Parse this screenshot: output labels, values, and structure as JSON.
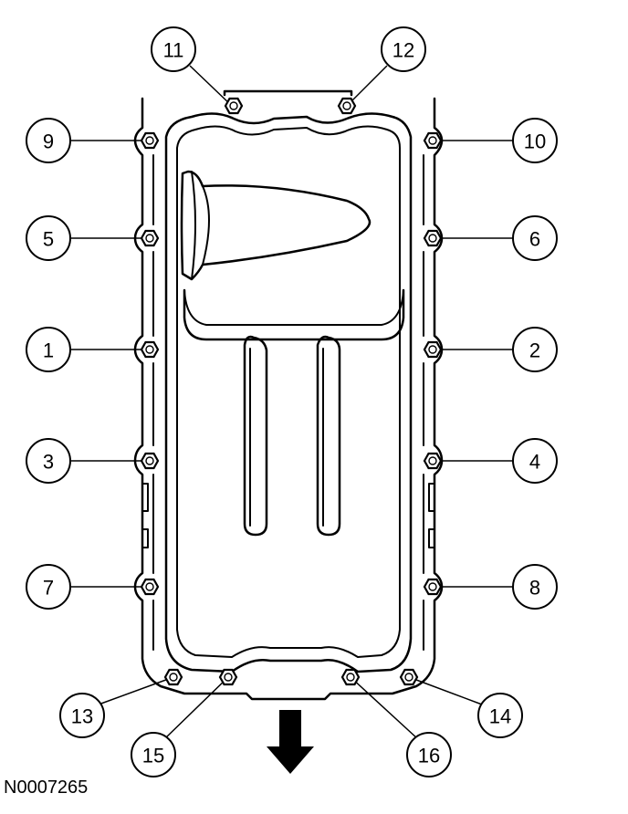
{
  "figure_id": "N0007265",
  "bolts": [
    {
      "label": "1",
      "side": "left"
    },
    {
      "label": "2",
      "side": "right"
    },
    {
      "label": "3",
      "side": "left"
    },
    {
      "label": "4",
      "side": "right"
    },
    {
      "label": "5",
      "side": "left"
    },
    {
      "label": "6",
      "side": "right"
    },
    {
      "label": "7",
      "side": "left"
    },
    {
      "label": "8",
      "side": "right"
    },
    {
      "label": "9",
      "side": "left"
    },
    {
      "label": "10",
      "side": "right"
    },
    {
      "label": "11",
      "side": "top"
    },
    {
      "label": "12",
      "side": "top"
    },
    {
      "label": "13",
      "side": "bottom"
    },
    {
      "label": "14",
      "side": "bottom"
    },
    {
      "label": "15",
      "side": "bottom"
    },
    {
      "label": "16",
      "side": "bottom"
    }
  ]
}
